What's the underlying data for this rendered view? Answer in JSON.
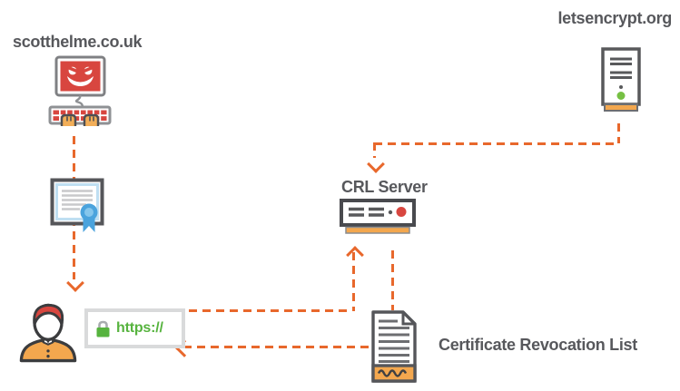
{
  "labels": {
    "site": "scotthelme.co.uk",
    "ca": "letsencrypt.org",
    "crl_server": "CRL Server",
    "crl_list": "Certificate Revocation List",
    "address_url": "https://"
  },
  "colors": {
    "arrow_orange": "#e8682c",
    "outline_gray": "#58595b",
    "accent_red": "#d8463f",
    "accent_green": "#56b33e",
    "accent_orange": "#f3a74e",
    "cert_blue": "#4aa3dd",
    "label_text": "#57585c"
  },
  "nodes": [
    {
      "id": "hacker-computer",
      "label": "scotthelme.co.uk",
      "icon": "hacker-computer-icon"
    },
    {
      "id": "ca-server",
      "label": "letsencrypt.org",
      "icon": "server-tower-icon"
    },
    {
      "id": "crl-server",
      "label": "CRL Server",
      "icon": "rack-server-icon"
    },
    {
      "id": "certificate",
      "icon": "certificate-icon"
    },
    {
      "id": "user",
      "icon": "person-icon"
    },
    {
      "id": "browser-address-bar",
      "label": "https://",
      "icon": "padlock-icon"
    },
    {
      "id": "crl-document",
      "label": "Certificate Revocation List",
      "icon": "document-icon"
    }
  ],
  "edges": [
    {
      "from": "ca-server",
      "to": "crl-server",
      "style": "dashed",
      "arrow": "down"
    },
    {
      "from": "hacker-computer",
      "to": "user",
      "through": "certificate",
      "style": "dashed",
      "arrow": "down"
    },
    {
      "from": "browser-address-bar",
      "to": "crl-server",
      "style": "dashed",
      "arrow": "up"
    },
    {
      "from": "crl-server",
      "to": "crl-document",
      "style": "dashed",
      "arrow": "none"
    },
    {
      "from": "crl-document",
      "to": "browser-address-bar",
      "style": "dashed",
      "arrow": "left"
    }
  ]
}
